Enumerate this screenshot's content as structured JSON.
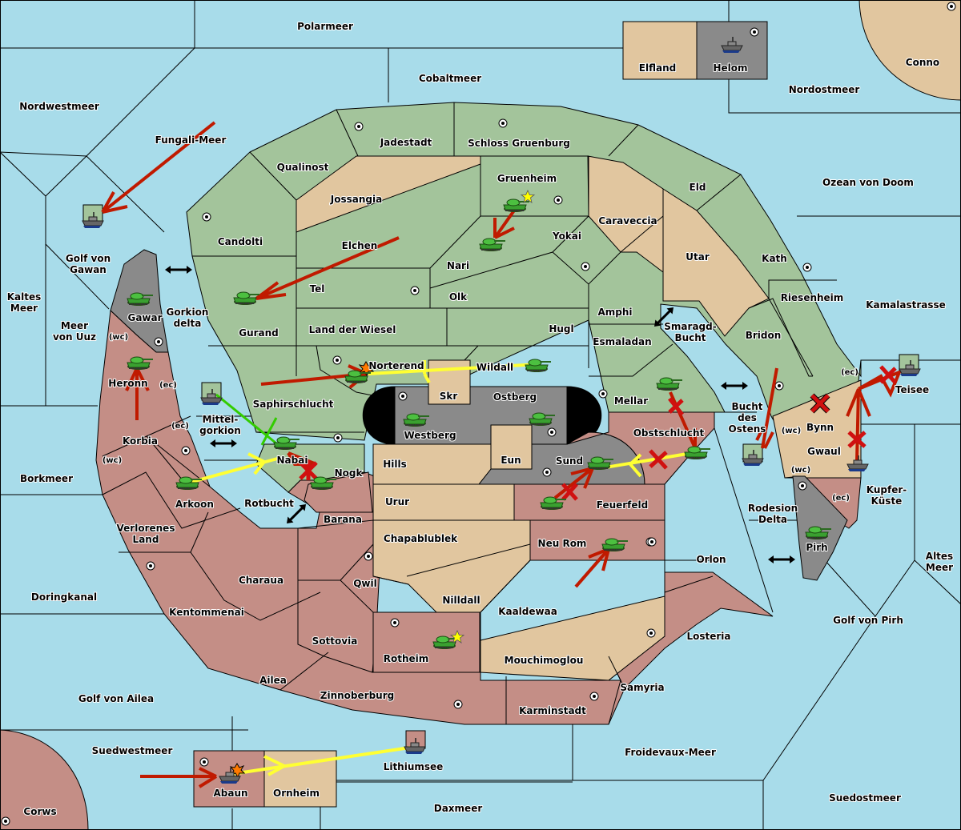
{
  "map": {
    "title": "Diplomacy-style game map",
    "colors": {
      "sea": "#a8dcea",
      "green_power": "#a3c49b",
      "neutral_tan": "#e1c69f",
      "red_power": "#c48e86",
      "gray_power": "#8a8a8a",
      "move_order": "#c01a00",
      "support_order": "#ffff33",
      "convoy_order": "#33cc00",
      "dislodged_cross": "#d01010"
    },
    "seas": {
      "polarmeer": "Polarmeer",
      "cobaltmeer": "Cobaltmeer",
      "nordwestmeer": "Nordwestmeer",
      "fungali": "Fungali-Meer",
      "nordostmeer": "Nordostmeer",
      "ozean_von_doom": "Ozean von Doom",
      "golf_von_gawan": "Golf von Gawan",
      "kaltes_meer": "Kaltes Meer",
      "meer_von_uuz": "Meer von Uuz",
      "gorkion_delta": "Gorkion delta",
      "mittelgorkion": "Mittel-gorkion",
      "rotbucht": "Rotbucht",
      "borkmeer": "Borkmeer",
      "doringkanal": "Doringkanal",
      "golf_von_ailea": "Golf von Ailea",
      "suedwestmeer": "Suedwestmeer",
      "lithiumsee": "Lithiumsee",
      "daxmeer": "Daxmeer",
      "froidevaux": "Froidevaux-Meer",
      "suedostmeer": "Suedostmeer",
      "golf_von_pirh": "Golf von Pirh",
      "altes_meer": "Altes Meer",
      "kupfer_kueste": "Kupfer-Küste",
      "kamalastrasse": "Kamalastrasse",
      "teisee": "Teisee",
      "rodesion_delta": "Rodesion Delta",
      "bucht_des_ostens": "Bucht des Ostens",
      "smaragd_bucht": "Smaragd-Bucht"
    },
    "lands": {
      "elfland": "Elfland",
      "helom": "Helom",
      "conno": "Conno",
      "jadestadt": "Jadestadt",
      "schloss_gruenburg": "Schloss Gruenburg",
      "qualinost": "Qualinost",
      "jossangia": "Jossangia",
      "gruenheim": "Gruenheim",
      "caraveccia": "Caraveccia",
      "eld": "Eld",
      "candolti": "Candolti",
      "elchen": "Elchen",
      "nari": "Nari",
      "yokai": "Yokai",
      "utar": "Utar",
      "kath": "Kath",
      "tel": "Tel",
      "olk": "Olk",
      "amphi": "Amphi",
      "riesenheim": "Riesenheim",
      "gurand": "Gurand",
      "land_der_wiesel": "Land der Wiesel",
      "hugl": "Hugl",
      "esmaladan": "Esmaladan",
      "bridon": "Bridon",
      "gawar": "Gawar",
      "heronn": "Heronn",
      "norterend": "Norterend",
      "wildall": "Wildall",
      "skr": "Skr",
      "ostberg": "Ostberg",
      "mellar": "Mellar",
      "bynn": "Bynn",
      "saphirschlucht": "Saphirschlucht",
      "westberg": "Westberg",
      "obstschlucht": "Obstschlucht",
      "gwaul": "Gwaul",
      "korbia": "Korbia",
      "eun": "Eun",
      "sund": "Sund",
      "nabai": "Nabai",
      "hills": "Hills",
      "nogk": "Nogk",
      "arkoon": "Arkoon",
      "urur": "Urur",
      "feuerfeld": "Feuerfeld",
      "barana": "Barana",
      "pirh": "Pirh",
      "verlorenes_land": "Verlorenes Land",
      "chapablublek": "Chapablublek",
      "neu_rom": "Neu Rom",
      "orlon": "Orlon",
      "charaua": "Charaua",
      "qwil": "Qwil",
      "nilldall": "Nilldall",
      "kentommenai": "Kentommenai",
      "kaaldewaa": "Kaaldewaa",
      "losteria": "Losteria",
      "sottovia": "Sottovia",
      "rotheim": "Rotheim",
      "mouchimoglou": "Mouchimoglou",
      "ailea": "Ailea",
      "samyria": "Samyria",
      "zinnoberburg": "Zinnoberburg",
      "karminstadt": "Karminstadt",
      "abaun": "Abaun",
      "ornheim": "Ornheim",
      "corws": "Corws"
    },
    "coast_labels": {
      "wc": "(wc)",
      "ec": "(ec)"
    },
    "icons": {
      "army": "tank-icon",
      "fleet": "ship-icon",
      "supply_center": "supply-center-icon",
      "build_star": "star-icon",
      "dislodged": "x-mark-icon",
      "battle": "explosion-icon",
      "passage": "double-arrow-icon"
    }
  }
}
